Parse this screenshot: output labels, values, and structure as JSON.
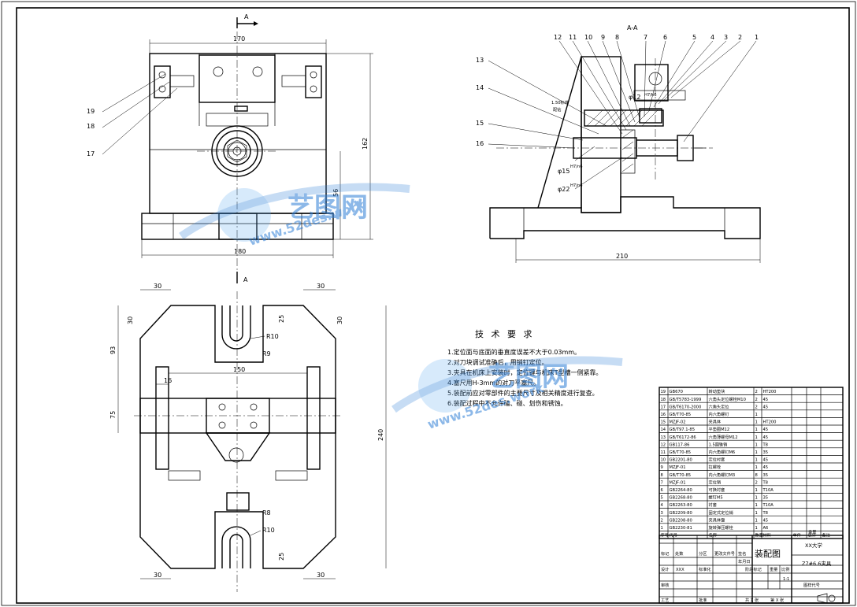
{
  "section": {
    "label_top": "A",
    "label_bottom": "A",
    "view_title": "A-A"
  },
  "front_view": {
    "dims": {
      "width_top": "170",
      "width_bottom": "180",
      "height_total": "162",
      "height_mid": "56"
    },
    "callouts": [
      "19",
      "18",
      "17"
    ]
  },
  "section_view": {
    "dims": {
      "base_width": "210"
    },
    "callouts_top": [
      "12",
      "11",
      "10",
      "9",
      "8",
      "7",
      "6",
      "5",
      "4",
      "3",
      "2",
      "1"
    ],
    "callouts_left": [
      "13",
      "14",
      "15",
      "16"
    ],
    "annotations": {
      "fit1": "φ15",
      "fit1_tol": "H7/n6",
      "fit2": "φ22",
      "fit2_tol": "H7/n6",
      "fit3": "φ12",
      "fit3_tol": "H7/h6",
      "note1": "1.50标准",
      "note2": "配钻"
    }
  },
  "plan_view": {
    "dims": {
      "left_top": "30",
      "right_top": "30",
      "left_bottom": "30",
      "right_bottom": "30",
      "side_30_left": "30",
      "side_30_right": "30",
      "r10_top": "R10",
      "r9": "R9",
      "r10_bottom": "R10",
      "r8": "R8",
      "top_25": "25",
      "bottom_25": "25",
      "width_150": "150",
      "width_16": "16",
      "height_93": "93",
      "height_75": "75",
      "height_240": "240"
    }
  },
  "tech_requirements": {
    "title": "技 术 要 求",
    "items": [
      "1.定位面与底面的垂直度误差不大于0.03mm。",
      "2.对刀块调试准确后，用销钉定位。",
      "3.夹具在机床上安装时，定位键与机床T型槽一侧紧靠。",
      "4.塞尺用H-3mm的对刀平塞尺。",
      "5.装配前应对零部件的主要尺寸及相关精度进行复查。",
      "6.装配过程中不允许磕、碰、划伤和锈蚀。"
    ]
  },
  "parts_list": {
    "rows": [
      {
        "no": "19",
        "code": "GB670",
        "name": "转动垫块",
        "qty": "2",
        "mat": "HT200",
        "note": ""
      },
      {
        "no": "18",
        "code": "GB/T5783-1999",
        "name": "六角头定位螺栓M10",
        "qty": "2",
        "mat": "45",
        "note": ""
      },
      {
        "no": "17",
        "code": "GB/T6170-2000",
        "name": "六角头定位",
        "qty": "2",
        "mat": "45",
        "note": ""
      },
      {
        "no": "16",
        "code": "GB/T70-85",
        "name": "内六角螺钉",
        "qty": "1",
        "mat": "",
        "note": ""
      },
      {
        "no": "15",
        "code": "MZJF-02",
        "name": "夹具体",
        "qty": "1",
        "mat": "HT200",
        "note": ""
      },
      {
        "no": "14",
        "code": "GB/T97.1-85",
        "name": "平垫圈M12",
        "qty": "1",
        "mat": "45",
        "note": ""
      },
      {
        "no": "13",
        "code": "GB/T6172-86",
        "name": "六角薄螺母M12",
        "qty": "1",
        "mat": "45",
        "note": ""
      },
      {
        "no": "12",
        "code": "GB117-86",
        "name": "1.5圆锥销",
        "qty": "1",
        "mat": "T8",
        "note": ""
      },
      {
        "no": "11",
        "code": "GB/T70-85",
        "name": "内六角螺钉M6",
        "qty": "1",
        "mat": "35",
        "note": ""
      },
      {
        "no": "10",
        "code": "GB2201-80",
        "name": "定位衬套",
        "qty": "1",
        "mat": "45",
        "note": ""
      },
      {
        "no": "9",
        "code": "MZJF-01",
        "name": "拉螺栓",
        "qty": "1",
        "mat": "45",
        "note": ""
      },
      {
        "no": "8",
        "code": "GB/T70-85",
        "name": "内六角螺钉M3",
        "qty": "8",
        "mat": "35",
        "note": ""
      },
      {
        "no": "7",
        "code": "MZJF-01",
        "name": "定位销",
        "qty": "2",
        "mat": "T8",
        "note": ""
      },
      {
        "no": "6",
        "code": "GB2264-80",
        "name": "可换衬套",
        "qty": "1",
        "mat": "T10A",
        "note": ""
      },
      {
        "no": "5",
        "code": "GB2268-80",
        "name": "螺钉M5",
        "qty": "1",
        "mat": "35",
        "note": ""
      },
      {
        "no": "4",
        "code": "GB2263-80",
        "name": "衬套",
        "qty": "1",
        "mat": "T10A",
        "note": ""
      },
      {
        "no": "3",
        "code": "GB2209-80",
        "name": "固定式定位销",
        "qty": "1",
        "mat": "T8",
        "note": ""
      },
      {
        "no": "2",
        "code": "GB2208-80",
        "name": "夹具体键",
        "qty": "1",
        "mat": "45",
        "note": ""
      },
      {
        "no": "1",
        "code": "GB2230-81",
        "name": "旋转弹压螺栓",
        "qty": "1",
        "mat": "A6",
        "note": ""
      }
    ],
    "header": {
      "no": "序号",
      "code": "代号",
      "name": "名称",
      "qty": "数量",
      "mat": "材料",
      "unit_wt": "单件",
      "total_wt": "总计",
      "weight": "重量",
      "note": "备注"
    }
  },
  "title_block": {
    "drawing_name": "装配图",
    "school": "XX大学",
    "drawing_no": "Z7#6.6夹具",
    "scale_label": "比例",
    "scale": "1:1",
    "weight_label": "重量",
    "stage_label": "阶段标记",
    "sheet": "共 X 张",
    "sheet_of": "第 X 张",
    "designer_label": "设计",
    "designer": "XXX",
    "standardize_label": "标准化",
    "check_label": "审核",
    "process_label": "工艺",
    "approve_label": "批准",
    "mark_label": "标记",
    "count_label": "处数",
    "partition_label": "分区",
    "change_label": "更改文件号",
    "sign_label": "签名",
    "date_label": "年月日",
    "projection_label": "图样代号"
  },
  "watermarks": [
    {
      "brand": "艺图网",
      "url": "www.52des.work"
    },
    {
      "brand": "艺图网",
      "url": "www.52des.work"
    }
  ]
}
